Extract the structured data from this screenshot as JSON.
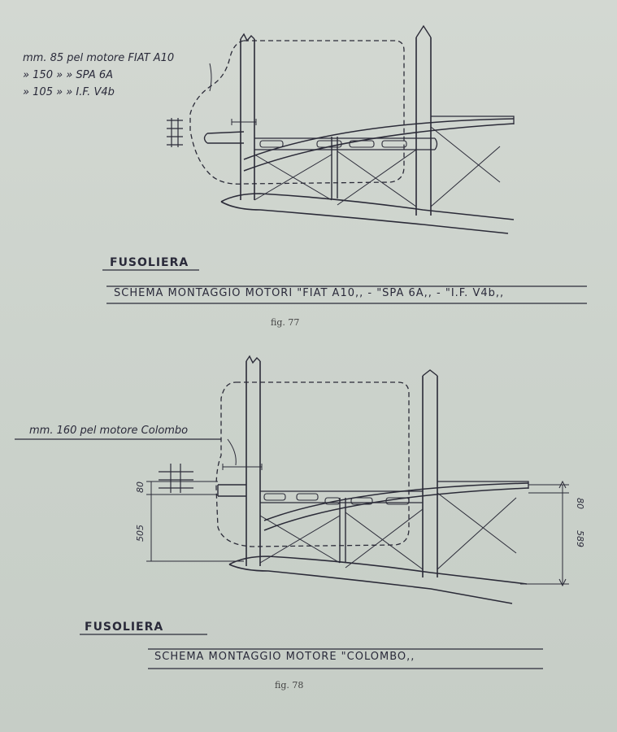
{
  "figure_1": {
    "notes": [
      {
        "text": "mm. 85 pel motore FIAT A10"
      },
      {
        "text": "» 150 » » SPA 6A"
      },
      {
        "text": "» 105 » » I.F. V4b"
      }
    ],
    "title": "FUSOLIERA",
    "subtitle": "SCHEMA MONTAGGIO MOTORI \"FIAT A10,, - \"SPA 6A,, - \"I.F. V4b,,",
    "caption": "fig. 77"
  },
  "figure_2": {
    "note": "mm. 160 pel motore Colombo",
    "dim_top_left": "80",
    "dim_left": "505",
    "dim_right_top": "80",
    "dim_right": "589",
    "title": "FUSOLIERA",
    "subtitle": "SCHEMA MONTAGGIO MOTORE \"COLOMBO,,",
    "caption": "fig. 78"
  }
}
